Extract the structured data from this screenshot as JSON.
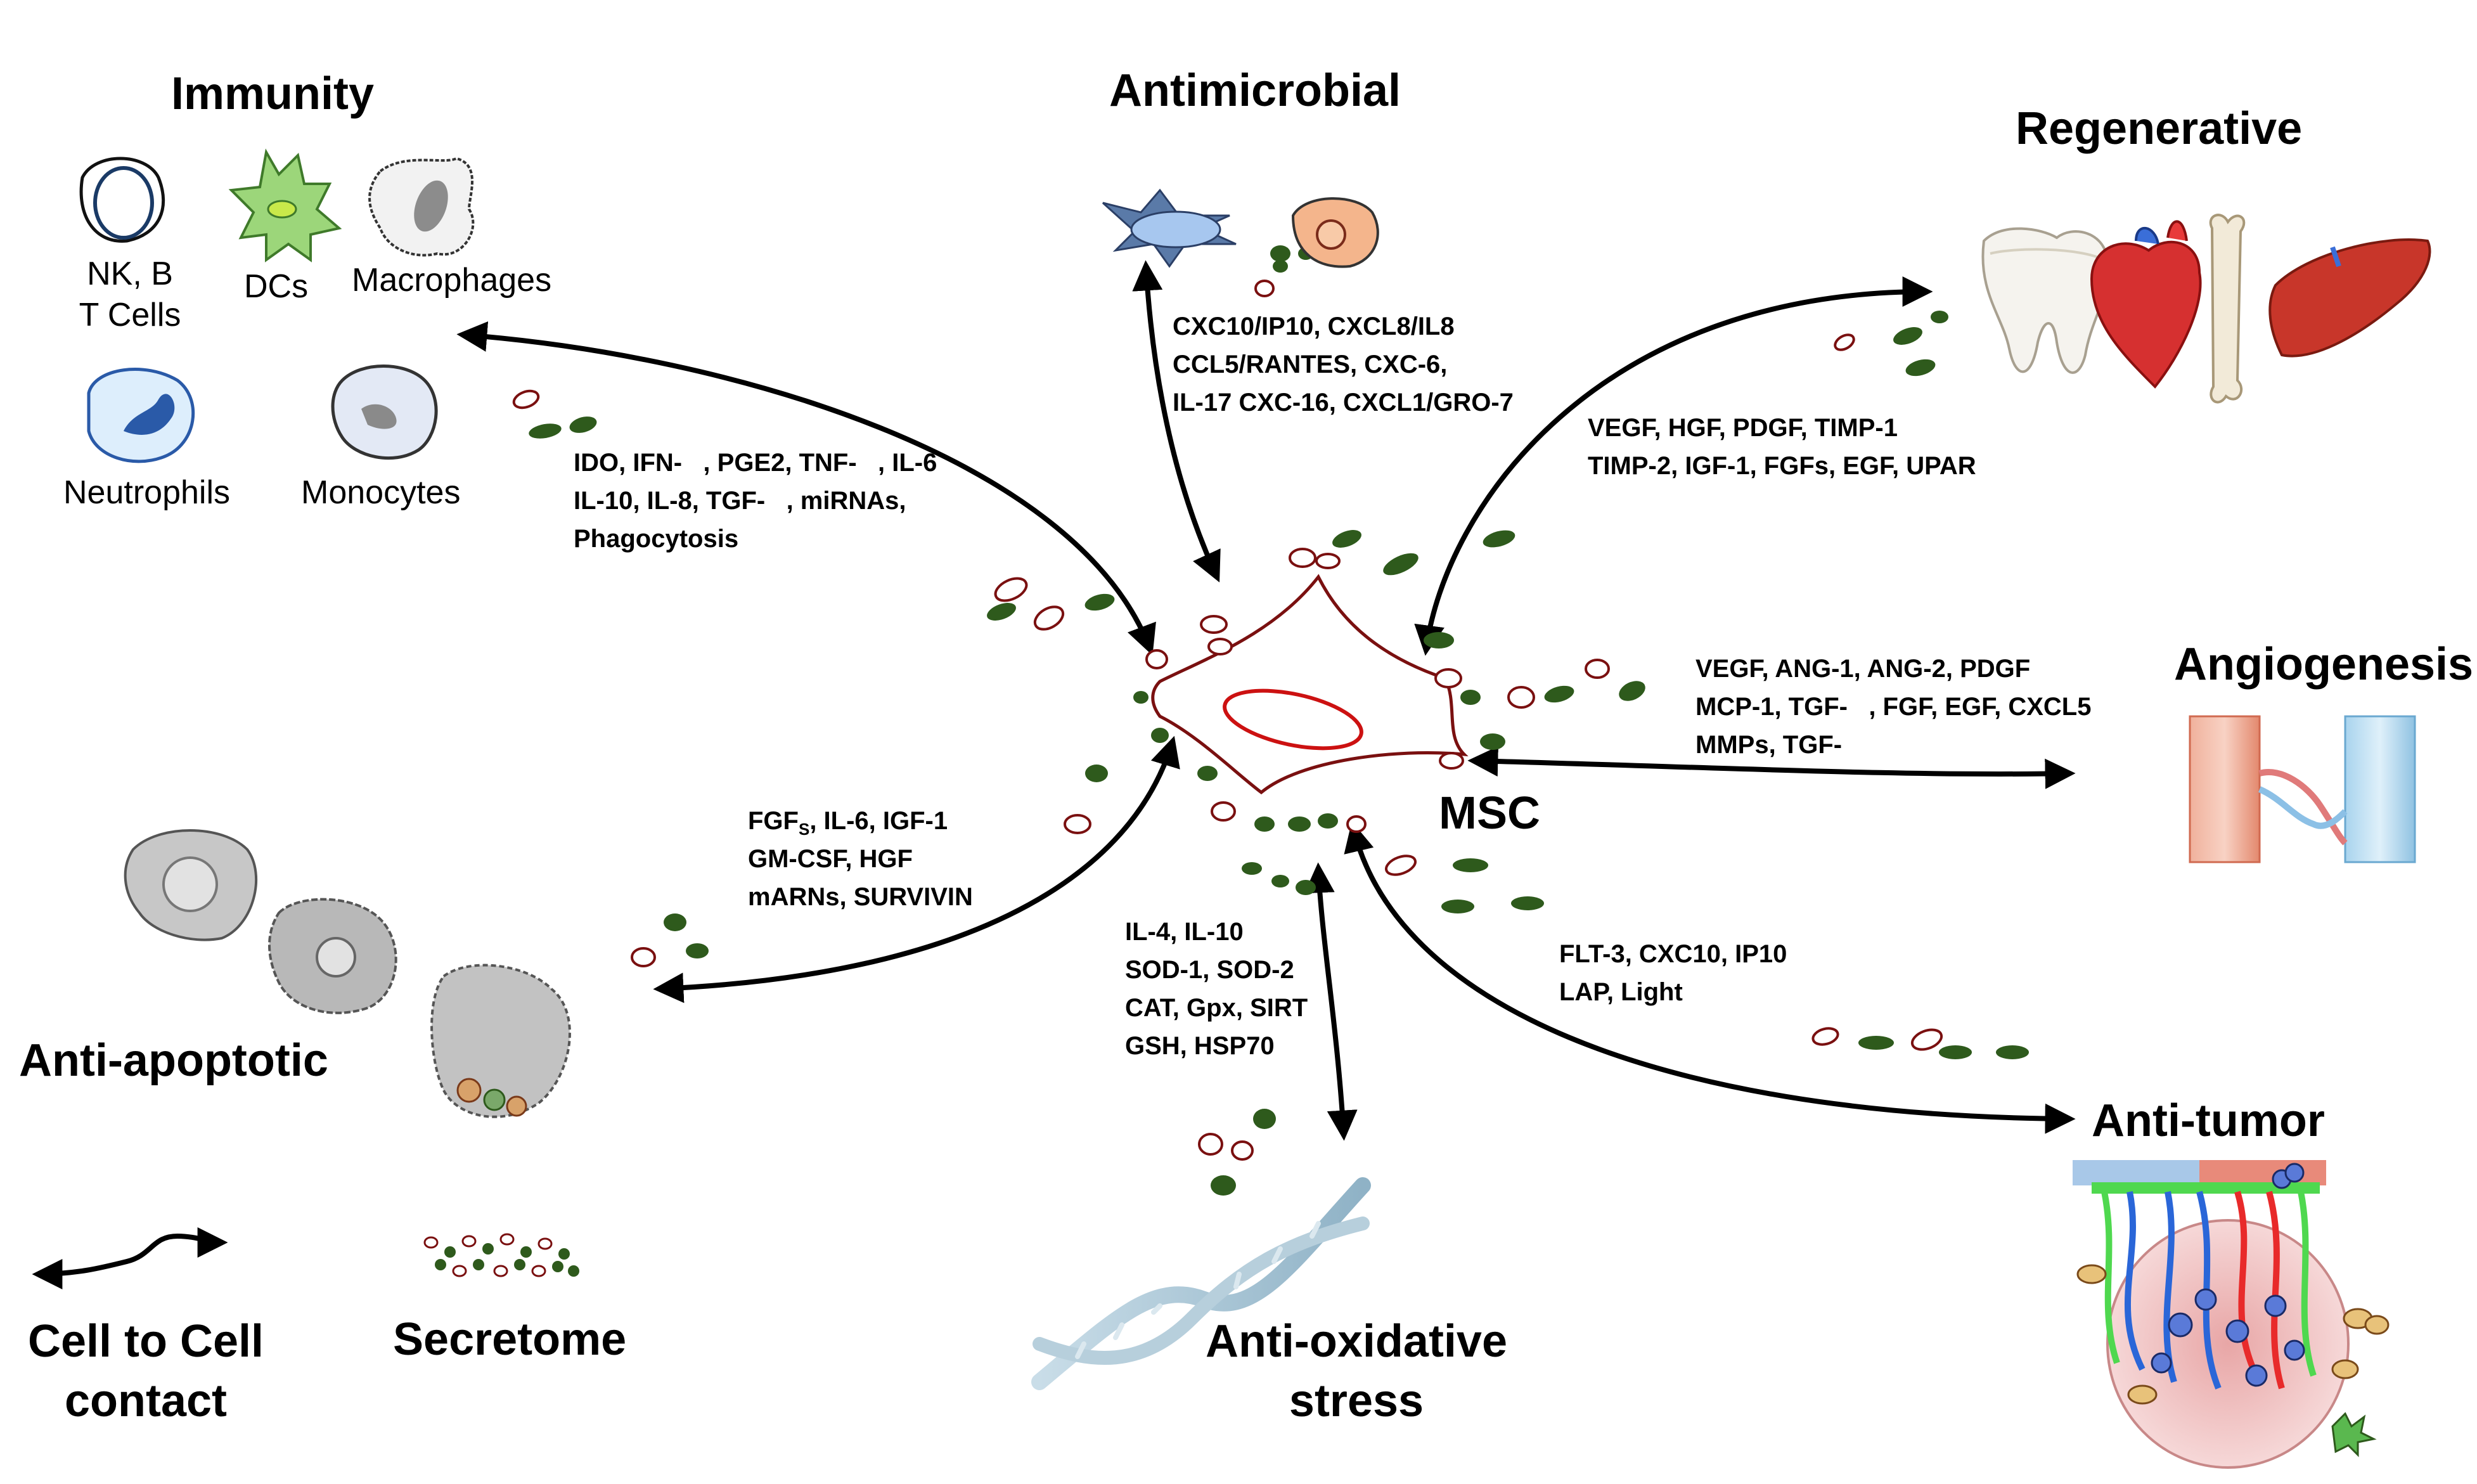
{
  "center": {
    "label": "MSC"
  },
  "sections": {
    "immunity": {
      "title": "Immunity",
      "cells": [
        "NK, B\nT Cells",
        "DCs",
        "Macrophages",
        "Neutrophils",
        "Monocytes"
      ],
      "molecules": [
        "IDO, IFN-   , PGE2, TNF-   , IL-6",
        "IL-10, IL-8, TGF-   , miRNAs,",
        "Phagocytosis"
      ]
    },
    "antimicrobial": {
      "title": "Antimicrobial",
      "molecules": [
        "CXC10/IP10, CXCL8/IL8",
        "CCL5/RANTES, CXC-6,",
        "IL-17 CXC-16, CXCL1/GRO-7"
      ]
    },
    "regenerative": {
      "title": "Regenerative",
      "molecules": [
        "VEGF, HGF, PDGF, TIMP-1",
        "TIMP-2, IGF-1, FGFs, EGF, UPAR"
      ]
    },
    "angiogenesis": {
      "title": "Angiogenesis",
      "molecules": [
        "VEGF, ANG-1, ANG-2, PDGF",
        "MCP-1, TGF-   , FGF, EGF, CXCL5",
        "MMPs, TGF-"
      ]
    },
    "anti_apoptotic": {
      "title": "Anti-apoptotic",
      "molecules_line1_main": "FGF",
      "molecules_line1_sub": "S",
      "molecules_line1_rest": ", IL-6, IGF-1",
      "molecules": [
        "GM-CSF, HGF",
        "mARNs, SURVIVIN"
      ]
    },
    "anti_oxidative": {
      "title": "Anti-oxidative\nstress",
      "molecules": [
        "IL-4, IL-10",
        "SOD-1, SOD-2",
        "CAT, Gpx, SIRT",
        "GSH, HSP70"
      ]
    },
    "anti_tumor": {
      "title": "Anti-tumor",
      "molecules": [
        "FLT-3, CXC10, IP10",
        "LAP, Light"
      ]
    }
  },
  "legend": {
    "contact_label": "Cell to Cell\ncontact",
    "secretome_label": "Secretome"
  },
  "colors": {
    "dot_green": "#2e5a1c",
    "dot_red": "#7a1010",
    "msc_outline": "#7a1010",
    "nucleus": "#cc1111",
    "arrow": "#000000"
  }
}
